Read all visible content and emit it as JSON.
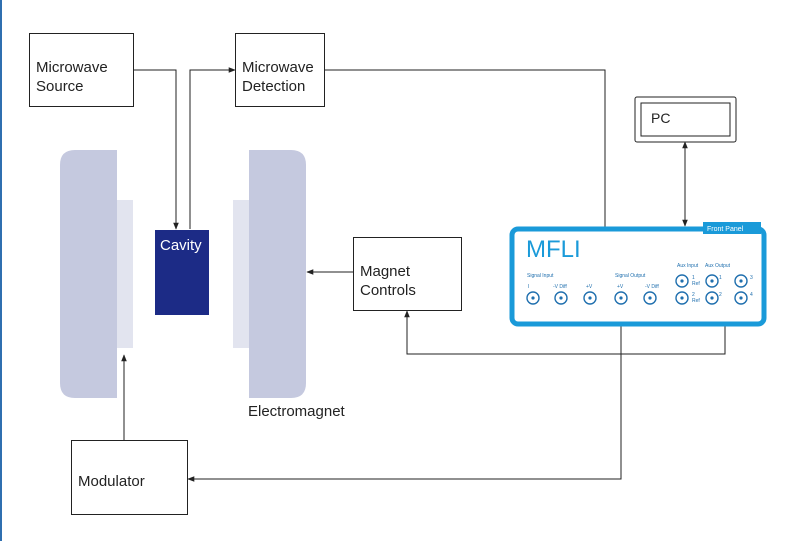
{
  "blocks": {
    "microwave_source": "Microwave\nSource",
    "microwave_detection": "Microwave\nDetection",
    "pc": "PC",
    "cavity": "Cavity",
    "magnet_controls": "Magnet\nControls",
    "electromagnet": "Electromagnet",
    "modulator": "Modulator"
  },
  "mfli": {
    "title": "MFLI",
    "front_panel_tag": "Front Panel",
    "signal_input": "Signal Input",
    "signal_output": "Signal Output",
    "aux_input": "Aux Input",
    "aux_output": "Aux Output",
    "port_labels": [
      "I",
      "-V Diff",
      "+V",
      "+V",
      "-V Diff",
      "1\nRef",
      "1",
      "3",
      "2\nRef",
      "2",
      "4"
    ]
  },
  "colors": {
    "line": "#222222",
    "magnet_pole": "#c5c9df",
    "magnet_face": "#e2e4ef",
    "cavity": "#1c2b86",
    "mfli_frame": "#1a9ad9",
    "mfli_text": "#1a9ad9",
    "port": "#1f6fae"
  }
}
